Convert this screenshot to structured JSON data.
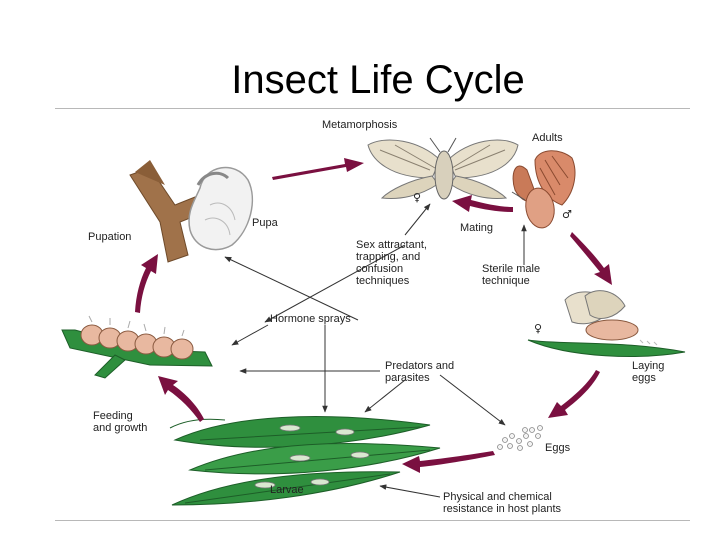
{
  "title": "Insect Life Cycle",
  "labels": {
    "metamorphosis": "Metamorphosis",
    "adults": "Adults",
    "mating": "Mating",
    "pupa": "Pupa",
    "pupation": "Pupation",
    "sex_attractant": [
      "Sex attractant,",
      "trapping, and",
      "confusion",
      "techniques"
    ],
    "sterile_male": [
      "Sterile male",
      "technique"
    ],
    "hormone_sprays": "Hormone sprays",
    "predators": [
      "Predators and",
      "parasites"
    ],
    "laying_eggs": [
      "Laying",
      "eggs"
    ],
    "feeding": [
      "Feeding",
      "and growth"
    ],
    "eggs": "Eggs",
    "larvae": "Larvae",
    "physical_chemical": [
      "Physical and chemical",
      "resistance in host plants"
    ],
    "female_symbol": "♀",
    "male_symbol": "♂"
  },
  "colors": {
    "cycle_arrow": "#7a1040",
    "pupa_branch": "#a0724a",
    "leaf": "#2f8f3e",
    "larva": "#e8b8a0",
    "moth_female": "#e8e0cc",
    "moth_male": "#d98a6a"
  }
}
